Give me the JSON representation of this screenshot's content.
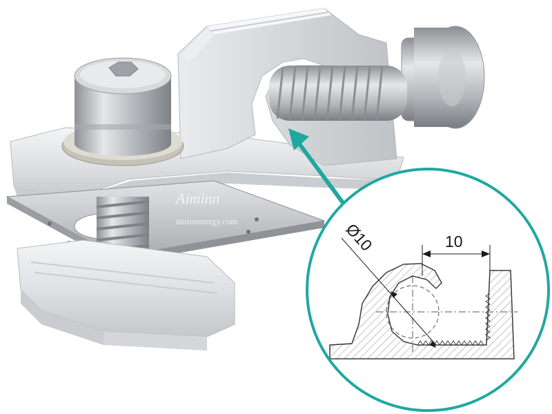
{
  "dimensions": {
    "diameter_label": "Ø10",
    "width_label": "10"
  },
  "watermark": {
    "brand": "Aiminn",
    "url": "aiminenergy.com"
  },
  "colors": {
    "accent": "#1fa8a0",
    "metal": "#d9dbde",
    "hatch": "#8a8a8a"
  }
}
